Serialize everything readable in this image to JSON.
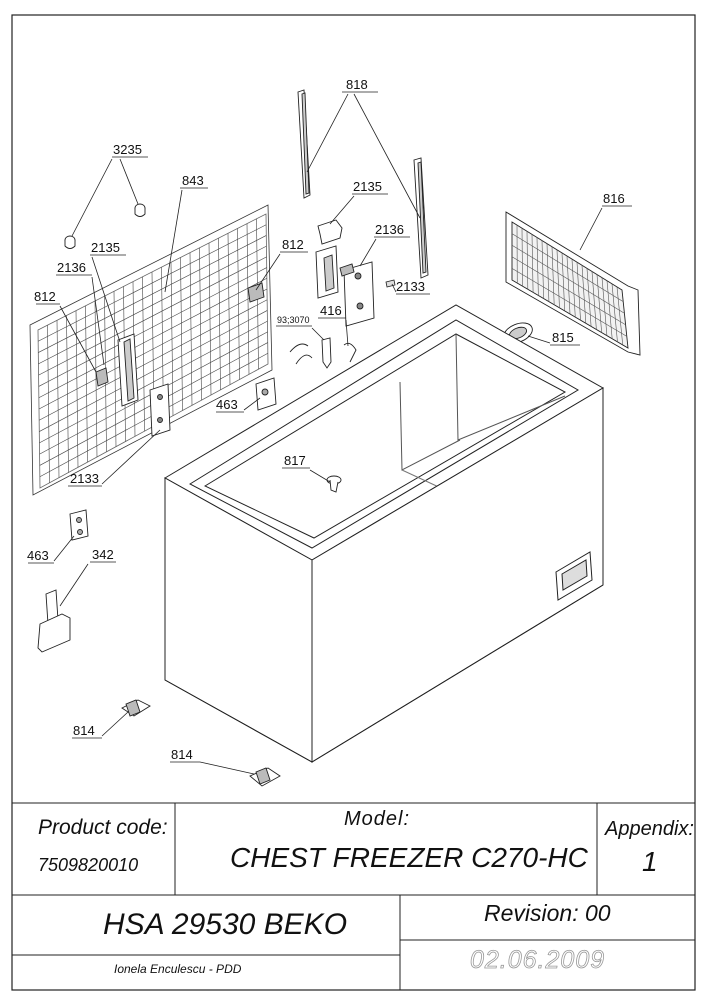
{
  "callouts": {
    "c818": "818",
    "c3235": "3235",
    "c843": "843",
    "c2135a": "2135",
    "c2135b": "2135",
    "c816": "816",
    "c2136a": "2136",
    "c2136b": "2136",
    "c812a": "812",
    "c812b": "812",
    "c2133a": "2133",
    "c2133b": "2133",
    "c93": "93;3070",
    "c416": "416",
    "c815": "815",
    "c463a": "463",
    "c463b": "463",
    "c817": "817",
    "c342": "342",
    "c814a": "814",
    "c814b": "814"
  },
  "title_block": {
    "product_code_label": "Product code:",
    "product_code_value": "7509820010",
    "model_label": "Model:",
    "model_value": "CHEST FREEZER C270-HC",
    "appendix_label": "Appendix:",
    "appendix_value": "1",
    "brand": "HSA 29530 BEKO",
    "revision": "Revision: 00",
    "author": "Ionela Enculescu - PDD",
    "date": "02.06.2009"
  }
}
